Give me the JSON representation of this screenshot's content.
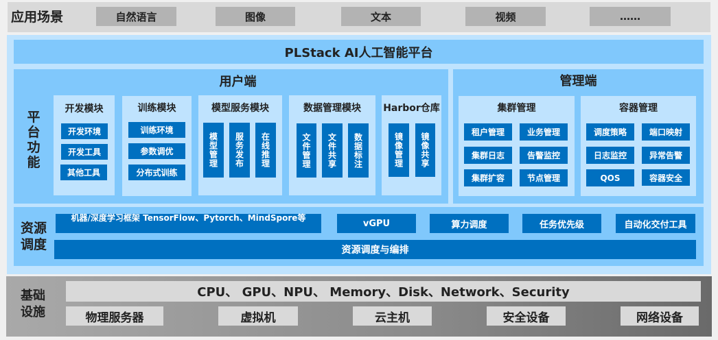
{
  "application_layer": {
    "label": "应用场景",
    "items": [
      "自然语言",
      "图像",
      "文本",
      "视频",
      "……"
    ]
  },
  "platform": {
    "title": "PLStack AI人工智能平台",
    "function_label": "平台功能",
    "user_side": {
      "title": "用户端",
      "modules": [
        {
          "title": "开发模块",
          "items": [
            "开发环境",
            "开发工具",
            "其他工具"
          ]
        },
        {
          "title": "训练模块",
          "items": [
            "训练环境",
            "参数调优",
            "分布式训练"
          ]
        },
        {
          "title": "模型服务模块",
          "items": [
            "模型管理",
            "服务发布",
            "在线推理"
          ]
        },
        {
          "title": "数据管理模块",
          "items": [
            "文件管理",
            "文件共享",
            "数据标注"
          ]
        },
        {
          "title": "Harbor仓库",
          "items": [
            "镜像管理",
            "镜像共享"
          ]
        }
      ]
    },
    "admin_side": {
      "title": "管理端",
      "modules": [
        {
          "title": "集群管理",
          "items": [
            "租户管理",
            "业务管理",
            "集群日志",
            "告警监控",
            "集群扩容",
            "节点管理"
          ]
        },
        {
          "title": "容器管理",
          "items": [
            "调度策略",
            "端口映射",
            "日志监控",
            "异常告警",
            "QOS",
            "容器安全"
          ]
        }
      ]
    }
  },
  "resource_layer": {
    "label": "资源调度",
    "items": [
      "机器/深度学习框架 TensorFlow、Pytorch、MindSpore等",
      "vGPU",
      "算力调度",
      "任务优先级",
      "自动化交付工具"
    ],
    "bottom": "资源调度与编排"
  },
  "infrastructure_layer": {
    "label": "基础设施",
    "top": "CPU、 GPU、NPU、 Memory、Disk、Network、Security",
    "items": [
      "物理服务器",
      "虚拟机",
      "云主机",
      "安全设备",
      "网络设备"
    ]
  },
  "colors": {
    "dark_blue": "#0070c0",
    "mid_blue": "#80c8fc",
    "light_blue": "#bfe3fe",
    "gray": "#d9d9d9"
  }
}
